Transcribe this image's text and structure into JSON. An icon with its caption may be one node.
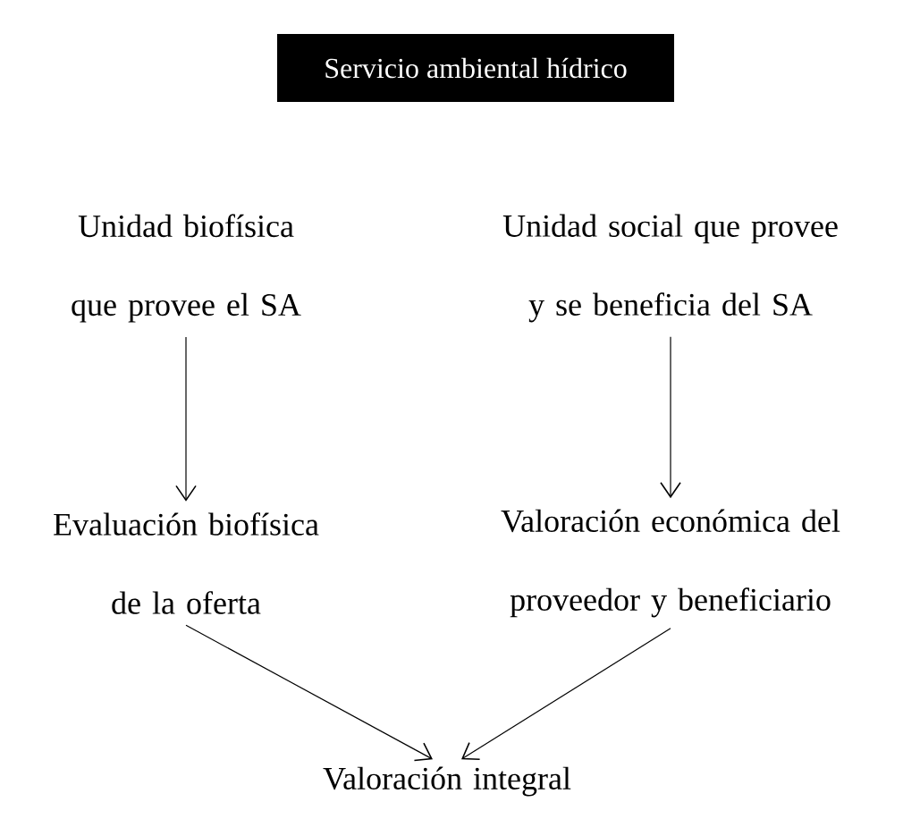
{
  "diagram": {
    "nodes": [
      {
        "text": [
          "Servicio ambiental hídrico"
        ]
      },
      {
        "text": [
          "Unidad biofísica que provee el SA"
        ]
      },
      {
        "text": [
          "Unidad social que provee y se beneficia del SA"
        ]
      },
      {
        "text": [
          "Evaluación biofísica de la oferta"
        ]
      },
      {
        "text": [
          "Valoración económica del proveedor y beneficiario"
        ]
      },
      {
        "text": [
          "Valoración integral"
        ]
      }
    ],
    "edges": [
      {
        "from": 1,
        "to": 3,
        "arrow": "to"
      },
      {
        "from": 2,
        "to": 4,
        "arrow": "to"
      },
      {
        "from": 3,
        "to": 5,
        "arrow": "to"
      },
      {
        "from": 4,
        "to": 5,
        "arrow": "to"
      }
    ]
  }
}
